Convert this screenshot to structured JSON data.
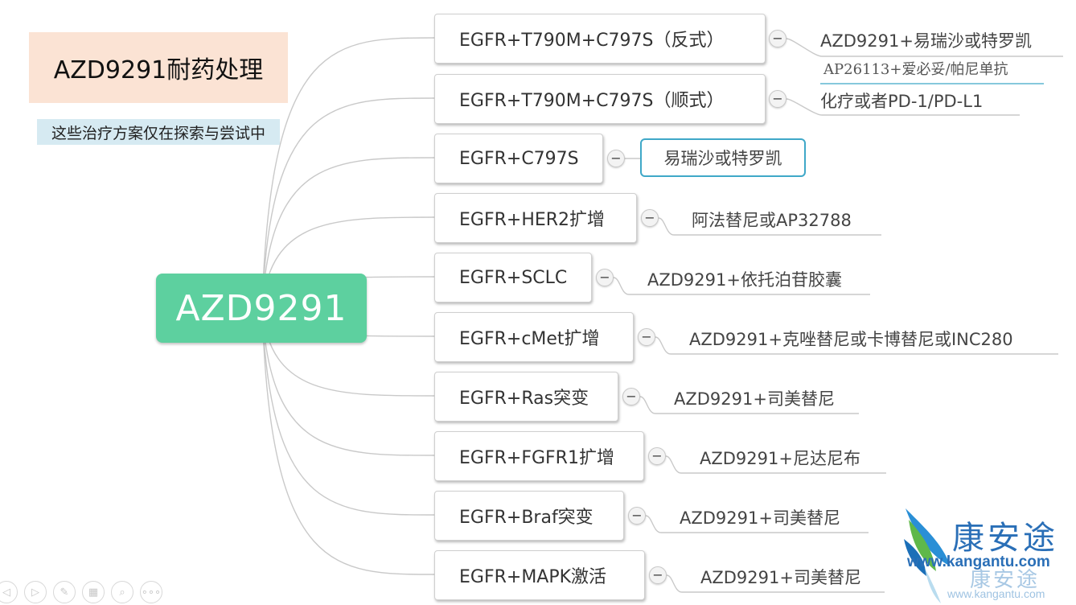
{
  "title": "AZD9291耐药处理",
  "subtitle": "这些治疗方案仅在探索与尝试中",
  "root": "AZD9291",
  "collapse_symbol": "−",
  "branches": [
    {
      "label": "EGFR+T790M+C797S（反式）",
      "treatment": "AZD9291+易瑞沙或特罗凯",
      "extra": "AP26113+爱必妥/帕尼单抗"
    },
    {
      "label": "EGFR+T790M+C797S（顺式）",
      "treatment": "化疗或者PD-1/PD-L1"
    },
    {
      "label": "EGFR+C797S",
      "treatment": "易瑞沙或特罗凯"
    },
    {
      "label": "EGFR+HER2扩增",
      "treatment": "阿法替尼或AP32788"
    },
    {
      "label": "EGFR+SCLC",
      "treatment": "AZD9291+依托泊苷胶囊"
    },
    {
      "label": "EGFR+cMet扩增",
      "treatment": "AZD9291+克唑替尼或卡博替尼或INC280"
    },
    {
      "label": "EGFR+Ras突变",
      "treatment": "AZD9291+司美替尼"
    },
    {
      "label": "EGFR+FGFR1扩增",
      "treatment": "AZD9291+尼达尼布"
    },
    {
      "label": "EGFR+Braf突变",
      "treatment": "AZD9291+司美替尼"
    },
    {
      "label": "EGFR+MAPK激活",
      "treatment": "AZD9291+司美替尼"
    }
  ],
  "toolbar": {
    "icons": [
      "back-icon",
      "play-icon",
      "pen-icon",
      "slides-icon",
      "zoom-icon",
      "more-icon"
    ],
    "glyphs": [
      "◁",
      "▷",
      "✎",
      "▦",
      "⌕",
      "∘∘∘"
    ]
  },
  "watermark": {
    "brand": "康安途",
    "url": "www.kangantu.com"
  },
  "colors": {
    "root_fill": "#5dd09f",
    "title_fill": "#fbe3d4",
    "subtitle_fill": "#d6eaf2",
    "highlight_border": "#3fa8c8",
    "brand_blue": "#2a6fb7"
  }
}
